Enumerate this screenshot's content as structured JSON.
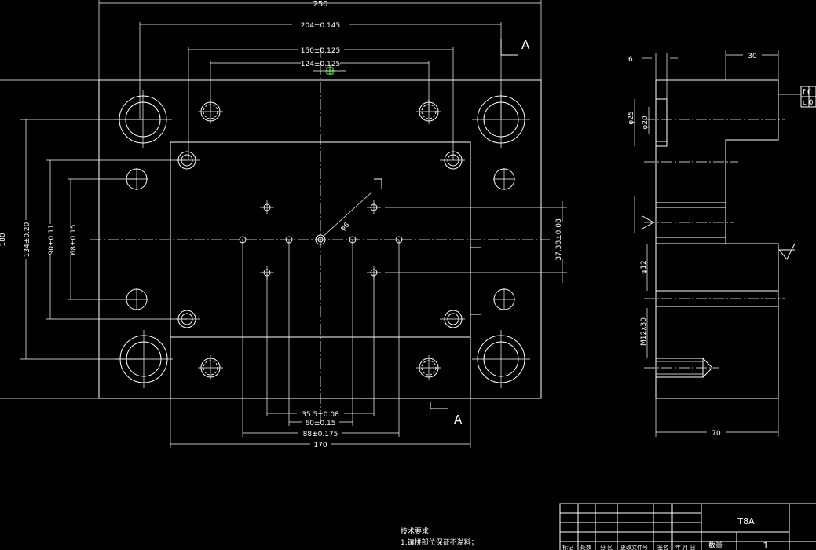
{
  "dimensions": {
    "total_width": "250",
    "w204": "204±0.145",
    "w150": "150±0.125",
    "w124": "124±0.125",
    "h134": "134±0.20",
    "h90": "90±0.11",
    "h68": "68±0.15",
    "left_partial": "180",
    "right_3738": "37.38±0.08",
    "b355": "35.5±0.08",
    "b60": "60±0.15",
    "b88": "88±0.175",
    "b170": "170",
    "phi6": "φ6",
    "side_6": "6",
    "side_30": "30",
    "side_phi25": "φ25",
    "side_phi20": "φ20",
    "side_phi12": "φ12",
    "side_m12": "M12x30",
    "side_70": "70"
  },
  "section_labels": {
    "top": "A",
    "bottom": "A"
  },
  "tolerance_frame": {
    "row1": "f 0",
    "row2": "c 0"
  },
  "tech": {
    "title": "技术要求",
    "item1": "1.镶拼部位保证不溢料；"
  },
  "title_block": {
    "part_name": "T8A",
    "qty_label": "数量",
    "qty_value": "1",
    "headers": [
      "标记",
      "处数",
      "分 区",
      "更改文件号",
      "签名",
      "年 月 日"
    ]
  }
}
